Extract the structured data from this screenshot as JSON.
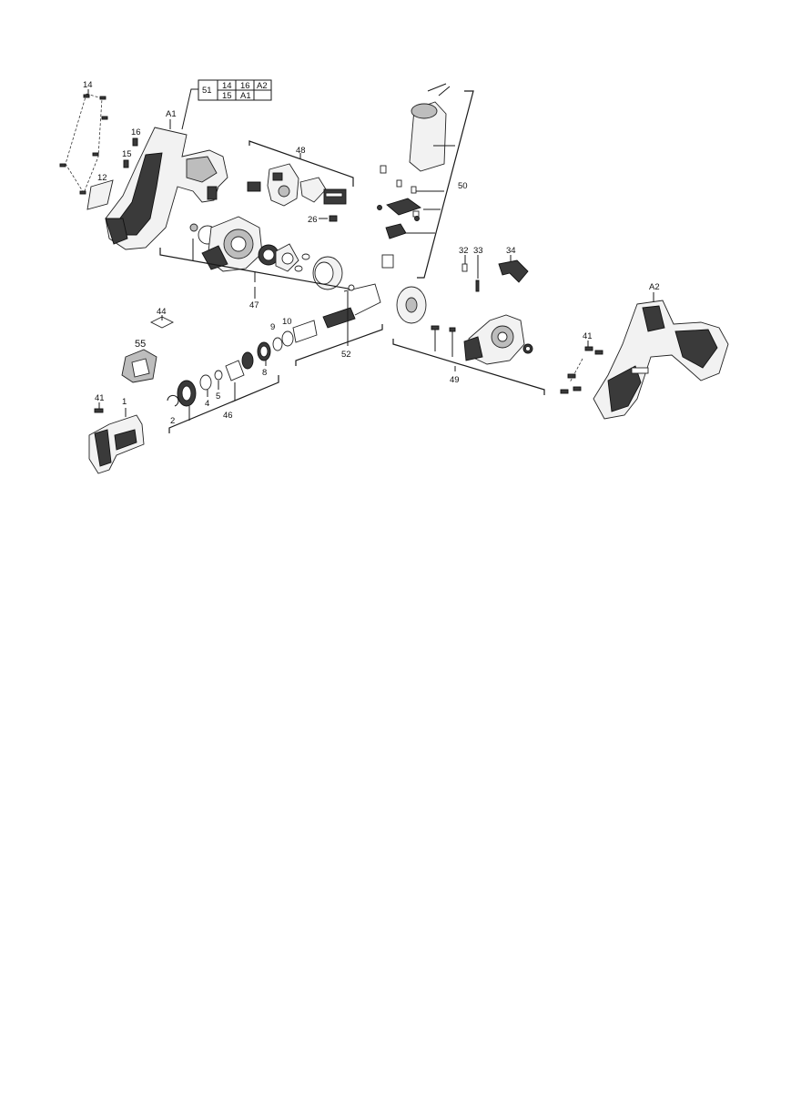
{
  "callouts": {
    "c14": "14",
    "c16": "16",
    "c15": "15",
    "c12": "12",
    "cA1": "A1",
    "c48": "48",
    "c26": "26",
    "c47": "47",
    "c50": "50",
    "c32": "32",
    "c33": "33",
    "c34": "34",
    "cA2": "A2",
    "c41r": "41",
    "c49": "49",
    "c52": "52",
    "c9": "9",
    "c10": "10",
    "c44": "44",
    "c55": "55",
    "c8": "8",
    "c5": "5",
    "c4": "4",
    "c2": "2",
    "c46": "46",
    "c41l": "41",
    "c1": "1"
  },
  "kit_table": {
    "id": "51",
    "row1": [
      "14",
      "16",
      "A2"
    ],
    "row2": [
      "15",
      "A1",
      ""
    ]
  }
}
